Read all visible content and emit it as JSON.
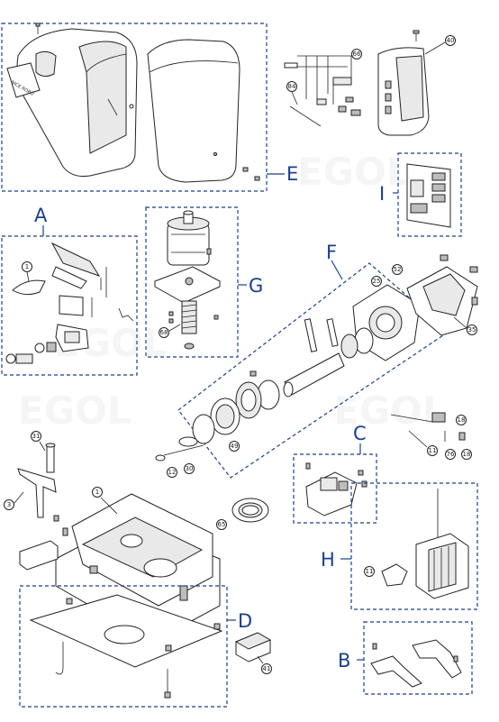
{
  "groups": [
    {
      "id": "A",
      "label": "A"
    },
    {
      "id": "B",
      "label": "B"
    },
    {
      "id": "C",
      "label": "C"
    },
    {
      "id": "D",
      "label": "D"
    },
    {
      "id": "E",
      "label": "E"
    },
    {
      "id": "F",
      "label": "F"
    },
    {
      "id": "G",
      "label": "G"
    },
    {
      "id": "H",
      "label": "H"
    },
    {
      "id": "I",
      "label": "I"
    }
  ],
  "callouts": {
    "c66": "66",
    "c40": "40",
    "c84": "84",
    "c1a": "1",
    "c68": "68",
    "c52": "52",
    "c25": "25",
    "c35": "35",
    "c49": "49",
    "c12": "12",
    "c30": "30",
    "c31": "31",
    "c3": "3",
    "c1b": "1",
    "c65": "65",
    "c18a": "18",
    "c11a": "11",
    "c76": "76",
    "c18b": "18",
    "c11b": "11",
    "c41": "41"
  },
  "cover_text": "NICE ROBO",
  "watermark": "EGOL",
  "colors": {
    "group_outline": "#1a3f8f",
    "drawing": "#222222"
  }
}
